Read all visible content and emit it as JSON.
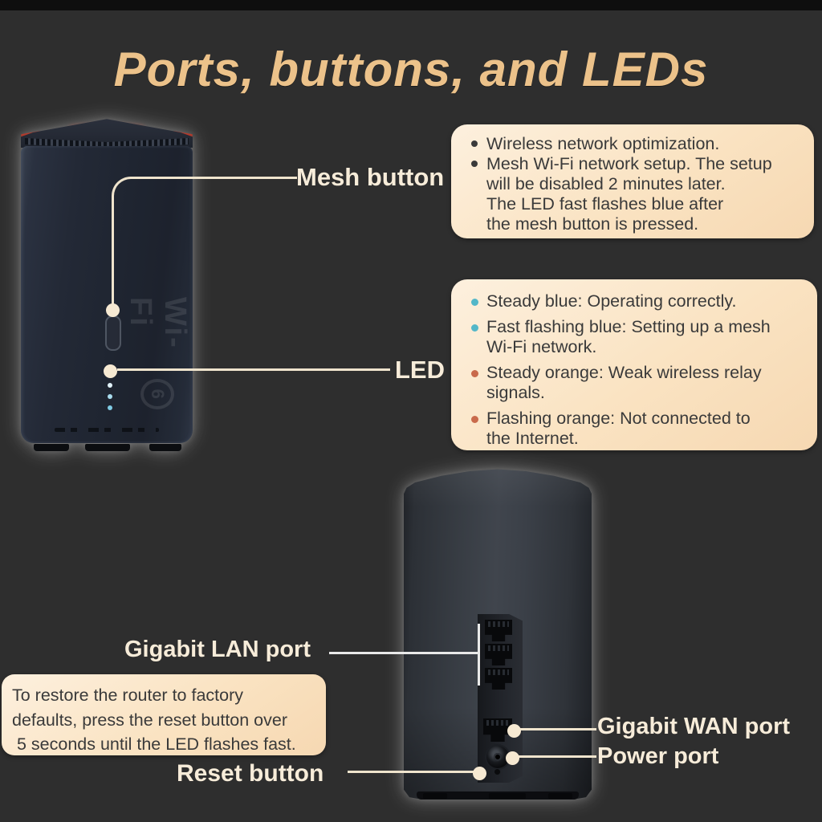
{
  "page": {
    "title": "Ports, buttons, and LEDs",
    "background_color": "#2e2e2e",
    "title_color": "#ecc28a",
    "callout_color": "#efe4cd",
    "label_color": "#f7ecd9",
    "info_box_bg": "#fbe5c6",
    "info_box_text_color": "#3a3a3a"
  },
  "device": {
    "front_logo": "Wi-Fi",
    "front_logo_badge": "6",
    "led_colors": [
      "#e2f3fa",
      "#a9dcee",
      "#7fcbe4"
    ],
    "body_color": "#232936",
    "rear_body_color": "#3b4048",
    "top_accent_color": "#b33a2c"
  },
  "callouts": {
    "mesh_button_label": "Mesh button",
    "led_label": "LED",
    "lan_label": "Gigabit LAN port",
    "wan_label": "Gigabit WAN port",
    "power_label": "Power port",
    "reset_label": "Reset button"
  },
  "mesh_info_box": {
    "bullet_color": "#3a3a3a",
    "item1": {
      "line1": "Wireless network optimization."
    },
    "item2": {
      "line1": "Mesh Wi-Fi network setup. The setup",
      "line2": "will be disabled 2 minutes later.",
      "line3": "The LED fast flashes blue after",
      "line4": "the mesh button is pressed."
    }
  },
  "led_info_box": {
    "blue_bullet_color": "#53b7c8",
    "orange_bullet_color": "#c96a4b",
    "item1": {
      "color": "blue",
      "line1": "Steady blue: Operating correctly.",
      "line2": ""
    },
    "item2": {
      "color": "blue",
      "line1": "Fast flashing blue: Setting up a mesh",
      "line2": "Wi-Fi network."
    },
    "item3": {
      "color": "orange",
      "line1": "Steady orange: Weak wireless relay",
      "line2": "signals."
    },
    "item4": {
      "color": "orange",
      "line1": "Flashing orange: Not connected to",
      "line2": "the Internet."
    }
  },
  "reset_info_box": {
    "line1": "To restore the router to factory",
    "line2": "defaults, press the reset button over",
    "line3": " 5 seconds until the LED flashes fast."
  }
}
